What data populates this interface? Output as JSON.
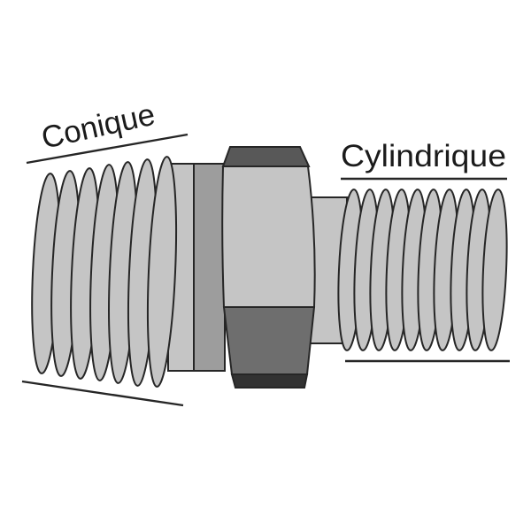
{
  "labels": {
    "conical": "Conique",
    "cylindrical": "Cylindrique"
  },
  "colors": {
    "background": "#ffffff",
    "metal_light": "#c5c5c5",
    "metal_mid": "#9d9d9d",
    "nut_facet_top": "#585858",
    "nut_facet_bottom": "#6e6e6e",
    "nut_edge_dark": "#323232",
    "outline": "#262626",
    "label_text": "#1b1b1b"
  },
  "diagram": {
    "subject": "threaded fitting with hex nut",
    "left_thread": {
      "label": "Conique",
      "style": "tapered",
      "crest_count": 7
    },
    "right_thread": {
      "label": "Cylindrique",
      "style": "straight",
      "crest_count": 10
    }
  }
}
